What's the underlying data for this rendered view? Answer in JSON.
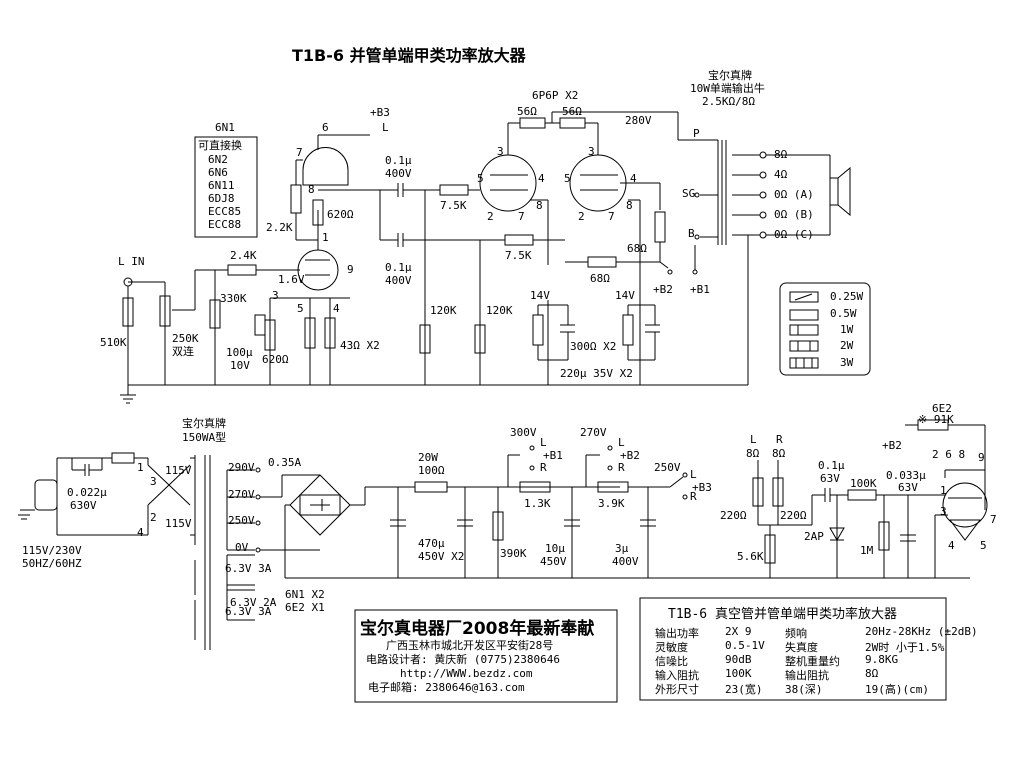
{
  "title": "T1B-6 并管单端甲类功率放大器",
  "tube_box": {
    "label": "6N1",
    "header": "可直接换",
    "items": [
      "6N2",
      "6N6",
      "6N11",
      "6DJ8",
      "ECC85",
      "ECC88"
    ]
  },
  "output_transformer": {
    "brand": "宝尔真牌",
    "spec": "10W单端输出牛",
    "ratio": "2.5KΩ/8Ω"
  },
  "power_tube_label": "6P6P X2",
  "top_labels": {
    "b3_top": "+B3",
    "l_top": "L",
    "res_56a": "56Ω",
    "res_56b": "56Ω",
    "v280": "280V",
    "p": "P",
    "sg": "SG",
    "b": "B",
    "o8": "8Ω",
    "o4": "4Ω",
    "o0a": "0Ω (A)",
    "o0b": "0Ω (B)",
    "o0c": "0Ω (C)",
    "cap01a": "0.1μ",
    "cap01a_v": "400V",
    "cap01b": "0.1μ",
    "cap01b_v": "400V",
    "r75a": "7.5K",
    "r75b": "7.5K",
    "r620": "620Ω",
    "r22": "2.2K",
    "r24": "2.4K",
    "lin": "L IN",
    "r510": "510K",
    "r330": "330K",
    "pot": "250K",
    "pot2": "双连",
    "v16": "1.6V",
    "c100": "100μ",
    "c100v": "10V",
    "r620b": "620Ω",
    "r43": "43Ω X2",
    "r120a": "120K",
    "r120b": "120K",
    "v14a": "14V",
    "v14b": "14V",
    "c300": "300Ω X2",
    "c220": "220μ 35V X2",
    "r68a": "68Ω",
    "r68b": "68Ω",
    "b2": "+B2",
    "b1": "+B1",
    "p1": "1",
    "p3": "3",
    "p5": "5",
    "p4": "4",
    "p6": "6",
    "p7": "7",
    "p8": "8",
    "p9": "9",
    "vp3a": "3",
    "vp5a": "5",
    "vp4a": "4",
    "vp2a": "2",
    "vp7a": "7",
    "vp8a": "8",
    "vp3b": "3",
    "vp5b": "5",
    "vp4b": "4",
    "vp2b": "2",
    "vp7b": "7",
    "vp8b": "8"
  },
  "legend": [
    "0.25W",
    "0.5W",
    "1W",
    "2W",
    "3W"
  ],
  "power": {
    "brand": "宝尔真牌",
    "model": "150WA型",
    "v115a": "115V",
    "v115b": "115V",
    "n1": "1",
    "n2": "2",
    "n3": "3",
    "n4": "4",
    "cap": "0.022μ",
    "capv": "630V",
    "mains1": "115V/230V",
    "mains2": "50HZ/60HZ",
    "t290": "290V",
    "t270": "270V",
    "t250": "250V",
    "t0": "0V",
    "amp": "0.35A",
    "h1": "6.3V 3A",
    "h2": "6.3V 3A",
    "h3": "6.3V 2A",
    "heater_tubes1": "6N1 X2",
    "heater_tubes2": "6E2 X1",
    "r20w": "20W",
    "r100": "100Ω",
    "c470": "470μ",
    "c470v": "450V X2",
    "r390": "390K",
    "r13": "1.3K",
    "r39": "3.9K",
    "c10": "10μ",
    "c10v": "450V",
    "c3": "3μ",
    "c3v": "400V",
    "v300": "300V",
    "v270": "270V",
    "v250": "250V",
    "b1": "+B1",
    "b2": "+B2",
    "b3": "+B3",
    "L1": "L",
    "R1": "R",
    "L2": "L",
    "R2": "R",
    "L3": "L",
    "R3": "R"
  },
  "indicator": {
    "name": "6E2",
    "r91": "※ 91K",
    "b2": "+B2",
    "pins": "2 6 8",
    "p9": "9",
    "L": "L",
    "R": "R",
    "l8": "8Ω",
    "r8": "8Ω",
    "c01": "0.1μ",
    "c01v": "63V",
    "r100k": "100K",
    "c033": "0.033μ",
    "c033v": "63V",
    "r220a": "220Ω",
    "r220b": "220Ω",
    "diode": "2AP",
    "r1m": "1M",
    "r56": "5.6K",
    "p1": "1",
    "p3": "3",
    "p4": "4",
    "p5": "5",
    "p7": "7"
  },
  "credits": {
    "headline": "宝尔真电器厂2008年最新奉献",
    "address": "广西玉林市城北开发区平安街28号",
    "designer": "电路设计者: 黄庆新  (0775)2380646",
    "url": "http://WWW.bezdz.com",
    "email": "电子邮箱: 2380646@163.com"
  },
  "specs": {
    "title": "T1B-6 真空管并管单端甲类功率放大器",
    "rows": [
      {
        "k1": "输出功率",
        "v1": "2X 9",
        "k2": "频响",
        "v2": "20Hz-28KHz (±2dB)"
      },
      {
        "k1": "灵敏度",
        "v1": "0.5-1V",
        "k2": "失真度",
        "v2": "2W时 小于1.5%"
      },
      {
        "k1": "信噪比",
        "v1": "90dB",
        "k2": "整机重量约",
        "v2": "9.8KG"
      },
      {
        "k1": "输入阻抗",
        "v1": "100K",
        "k2": "输出阻抗",
        "v2": "8Ω"
      },
      {
        "k1": "外形尺寸",
        "v1": "23(宽)",
        "k2": "38(深)",
        "v2": "19(高)(cm)"
      }
    ]
  }
}
